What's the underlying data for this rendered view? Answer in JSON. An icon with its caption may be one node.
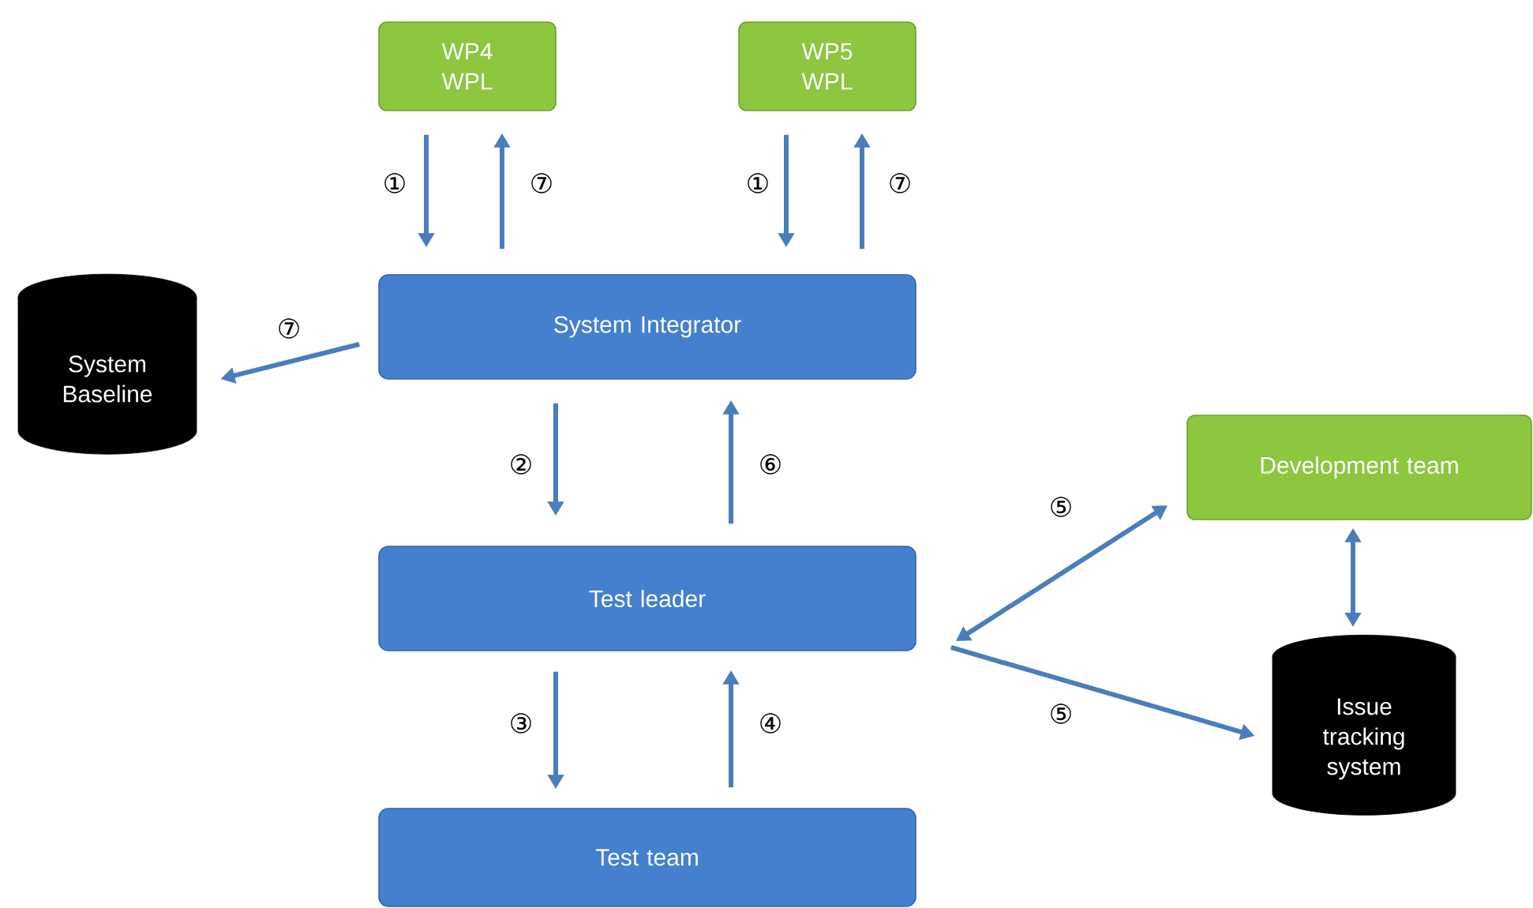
{
  "diagram": {
    "nodes": [
      {
        "text": [
          "WP4 WPL"
        ]
      },
      {
        "text": [
          "WP5 WPL"
        ]
      },
      {
        "text": [
          "System Integrator"
        ]
      },
      {
        "text": [
          "System Baseline"
        ]
      },
      {
        "text": [
          "Test leader"
        ]
      },
      {
        "text": [
          "Development team"
        ]
      },
      {
        "text": [
          "Issue tracking system"
        ]
      },
      {
        "text": [
          "Test team"
        ]
      }
    ],
    "edges": [
      {
        "from": 0,
        "to": 2,
        "arrow": "to",
        "label": "①"
      },
      {
        "from": 2,
        "to": 0,
        "arrow": "to",
        "label": "⑦"
      },
      {
        "from": 1,
        "to": 2,
        "arrow": "to",
        "label": "①"
      },
      {
        "from": 2,
        "to": 1,
        "arrow": "to",
        "label": "⑦"
      },
      {
        "from": 2,
        "to": 3,
        "arrow": "to",
        "label": "⑦"
      },
      {
        "from": 2,
        "to": 4,
        "arrow": "to",
        "label": "②"
      },
      {
        "from": 4,
        "to": 2,
        "arrow": "to",
        "label": "⑥"
      },
      {
        "from": 4,
        "to": 5,
        "arrow": "both",
        "label": "⑤"
      },
      {
        "from": 4,
        "to": 6,
        "arrow": "to",
        "label": "⑤"
      },
      {
        "from": 5,
        "to": 6,
        "arrow": "both"
      },
      {
        "from": 4,
        "to": 7,
        "arrow": "to",
        "label": "③"
      },
      {
        "from": 7,
        "to": 4,
        "arrow": "to",
        "label": "④"
      }
    ]
  }
}
